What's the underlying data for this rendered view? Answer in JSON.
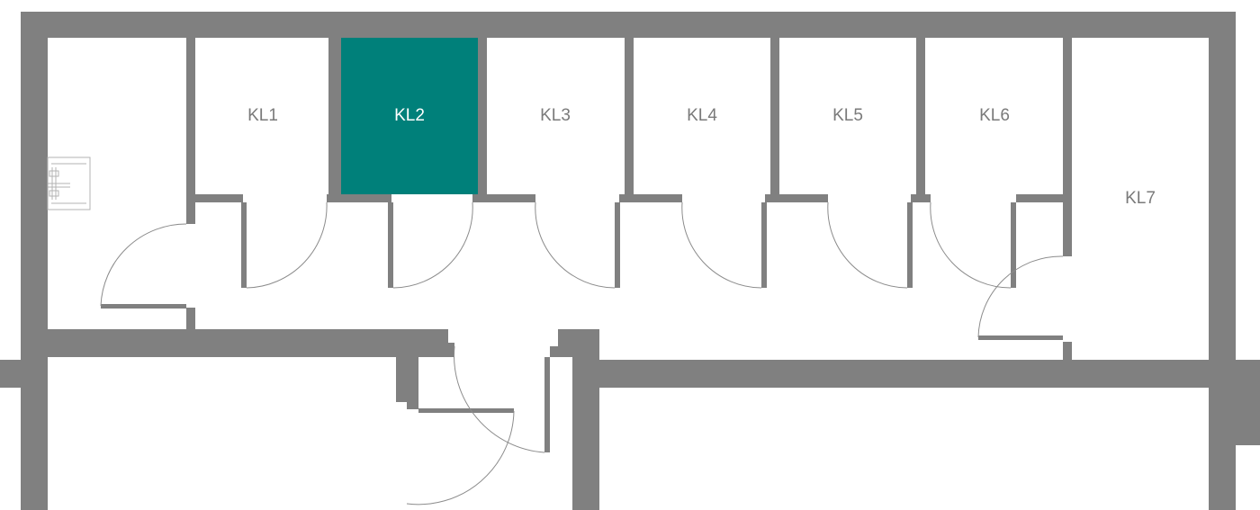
{
  "plan": {
    "highlight_color": "#00807a",
    "wall_color": "#808080",
    "selected_unit": "KL2",
    "units": [
      {
        "id": "kl1",
        "label": "KL1"
      },
      {
        "id": "kl2",
        "label": "KL2"
      },
      {
        "id": "kl3",
        "label": "KL3"
      },
      {
        "id": "kl4",
        "label": "KL4"
      },
      {
        "id": "kl5",
        "label": "KL5"
      },
      {
        "id": "kl6",
        "label": "KL6"
      },
      {
        "id": "kl7",
        "label": "KL7"
      }
    ]
  }
}
